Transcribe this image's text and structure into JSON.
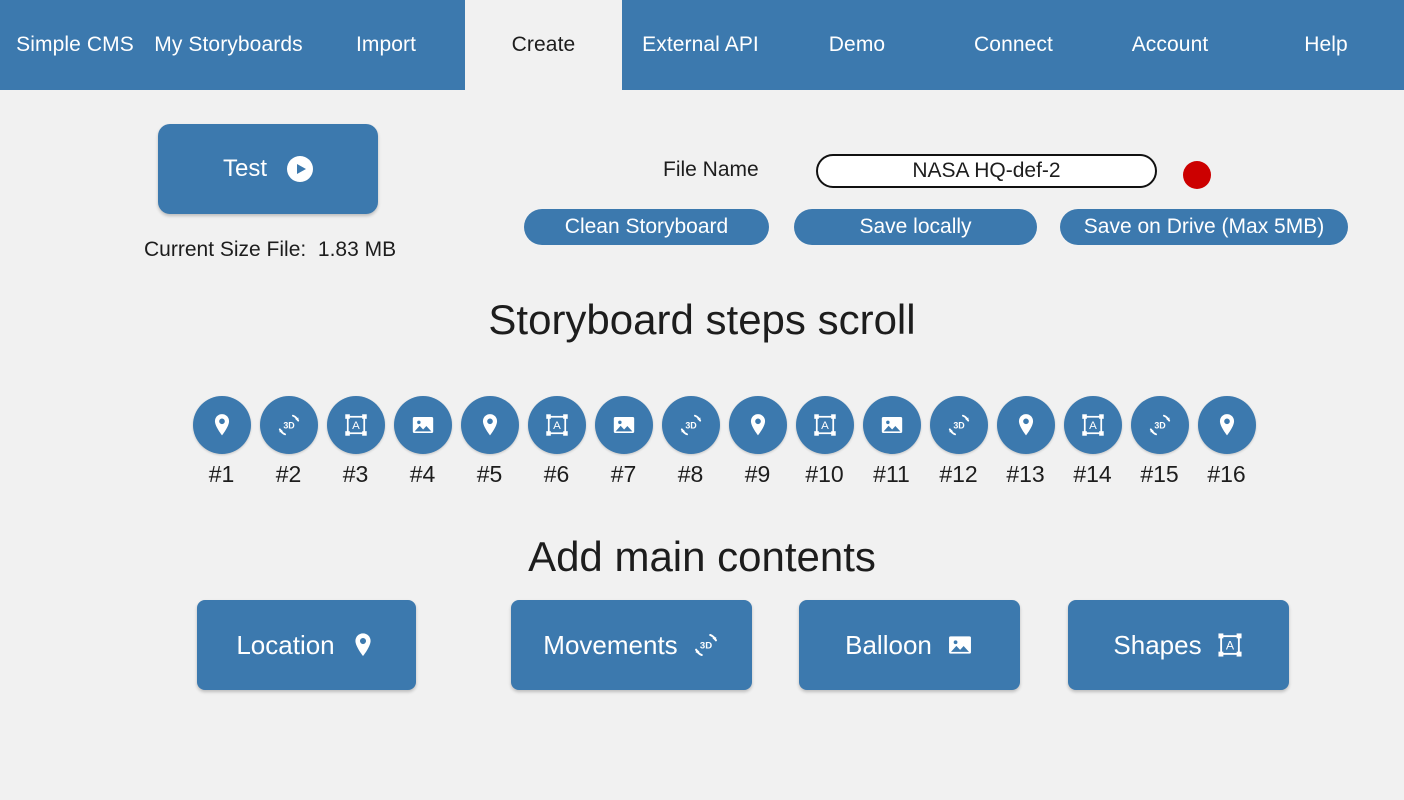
{
  "nav": {
    "tabs": [
      {
        "label": "Simple CMS",
        "active": false,
        "width": 150
      },
      {
        "label": "My Storyboards",
        "active": false,
        "width": 157
      },
      {
        "label": "Import",
        "active": false,
        "width": 158
      },
      {
        "label": "Create",
        "active": true,
        "width": 157
      },
      {
        "label": "External API",
        "active": false,
        "width": 157
      },
      {
        "label": "Demo",
        "active": false,
        "width": 156
      },
      {
        "label": "Connect",
        "active": false,
        "width": 157
      },
      {
        "label": "Account",
        "active": false,
        "width": 156
      },
      {
        "label": "Help",
        "active": false,
        "width": 156
      }
    ]
  },
  "toolbar": {
    "test_label": "Test",
    "test_icon": "play-icon",
    "size_label": "Current Size File:  1.83 MB",
    "filename_label": "File Name",
    "filename_value": "NASA HQ-def-2",
    "filename_placeholder": "File Name",
    "record_indicator_color": "#cc0000",
    "clean_label": "Clean Storyboard",
    "save_local_label": "Save locally",
    "save_drive_label": "Save on Drive (Max 5MB)"
  },
  "sections": {
    "steps_heading": "Storyboard steps scroll",
    "contents_heading": "Add main contents"
  },
  "steps": [
    {
      "label": "#1",
      "icon": "location-pin-icon"
    },
    {
      "label": "#2",
      "icon": "rotate-3d-icon"
    },
    {
      "label": "#3",
      "icon": "shapes-text-box-icon"
    },
    {
      "label": "#4",
      "icon": "image-icon"
    },
    {
      "label": "#5",
      "icon": "location-pin-icon"
    },
    {
      "label": "#6",
      "icon": "shapes-text-box-icon"
    },
    {
      "label": "#7",
      "icon": "image-icon"
    },
    {
      "label": "#8",
      "icon": "rotate-3d-icon"
    },
    {
      "label": "#9",
      "icon": "location-pin-icon"
    },
    {
      "label": "#10",
      "icon": "shapes-text-box-icon"
    },
    {
      "label": "#11",
      "icon": "image-icon"
    },
    {
      "label": "#12",
      "icon": "rotate-3d-icon"
    },
    {
      "label": "#13",
      "icon": "location-pin-icon"
    },
    {
      "label": "#14",
      "icon": "shapes-text-box-icon"
    },
    {
      "label": "#15",
      "icon": "rotate-3d-icon"
    },
    {
      "label": "#16",
      "icon": "location-pin-icon"
    }
  ],
  "actions": [
    {
      "label": "Location",
      "icon": "location-pin-icon"
    },
    {
      "label": "Movements",
      "icon": "rotate-3d-icon"
    },
    {
      "label": "Balloon",
      "icon": "image-icon"
    },
    {
      "label": "Shapes",
      "icon": "shapes-text-box-icon"
    }
  ],
  "colors": {
    "brand_blue": "#3c79ae",
    "page_background": "#f1f1f1",
    "text": "#1d1d1d",
    "record_red": "#cc0000"
  }
}
